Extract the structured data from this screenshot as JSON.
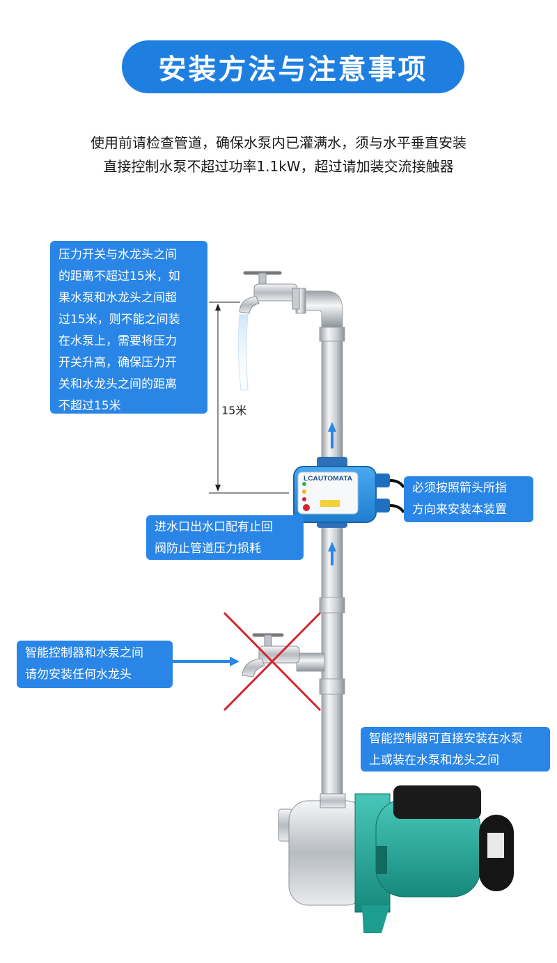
{
  "header": {
    "title": "安装方法与注意事项"
  },
  "intro": {
    "line1": "使用前请检查管道，确保水泵内已灌满水，须与水平垂直安装",
    "line2": "直接控制水泵不超过功率1.1kW，超过请加装交流接触器"
  },
  "callouts": {
    "distance": {
      "lines": [
        "压力开关与水龙头之间",
        "的距离不超过15米，如",
        "果水泵和水龙头之间超",
        "过15米，则不能之间装",
        "在水泵上，需要将压力",
        "开关升高，确保压力开",
        "关和水龙头之间的距离",
        "不超过15米"
      ]
    },
    "arrow_direction": {
      "lines": [
        "必须按照箭头所指",
        "方向来安装本装置"
      ]
    },
    "valves": {
      "lines": [
        "进水口出水口配有止回",
        "阀防止管道压力损耗"
      ]
    },
    "no_faucet": {
      "lines": [
        "智能控制器和水泵之间",
        "请勿安装任何水龙头"
      ]
    },
    "mount": {
      "lines": [
        "智能控制器可直接安装在水泵",
        "上或装在水泵和龙头之间"
      ]
    }
  },
  "dimension": {
    "label": "15米"
  },
  "controller": {
    "brand": "LCAUTOMATA"
  },
  "colors": {
    "accent": "#1e7fe0",
    "callout": "#2a86e6",
    "pump_green": "#2aa79b",
    "cross_red": "#d4252f"
  }
}
